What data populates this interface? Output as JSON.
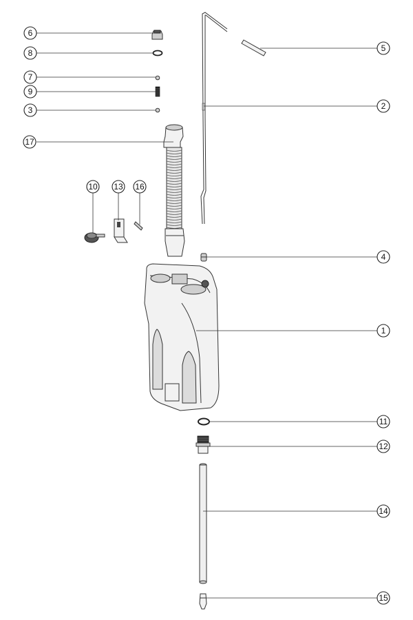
{
  "callouts": [
    {
      "id": "6",
      "label": "6"
    },
    {
      "id": "8",
      "label": "8"
    },
    {
      "id": "7",
      "label": "7"
    },
    {
      "id": "9",
      "label": "9"
    },
    {
      "id": "3",
      "label": "3"
    },
    {
      "id": "17",
      "label": "17"
    },
    {
      "id": "10",
      "label": "10"
    },
    {
      "id": "13",
      "label": "13"
    },
    {
      "id": "16",
      "label": "16"
    },
    {
      "id": "5",
      "label": "5"
    },
    {
      "id": "2",
      "label": "2"
    },
    {
      "id": "4",
      "label": "4"
    },
    {
      "id": "1",
      "label": "1"
    },
    {
      "id": "11",
      "label": "11"
    },
    {
      "id": "12",
      "label": "12"
    },
    {
      "id": "14",
      "label": "14"
    },
    {
      "id": "15",
      "label": "15"
    }
  ]
}
